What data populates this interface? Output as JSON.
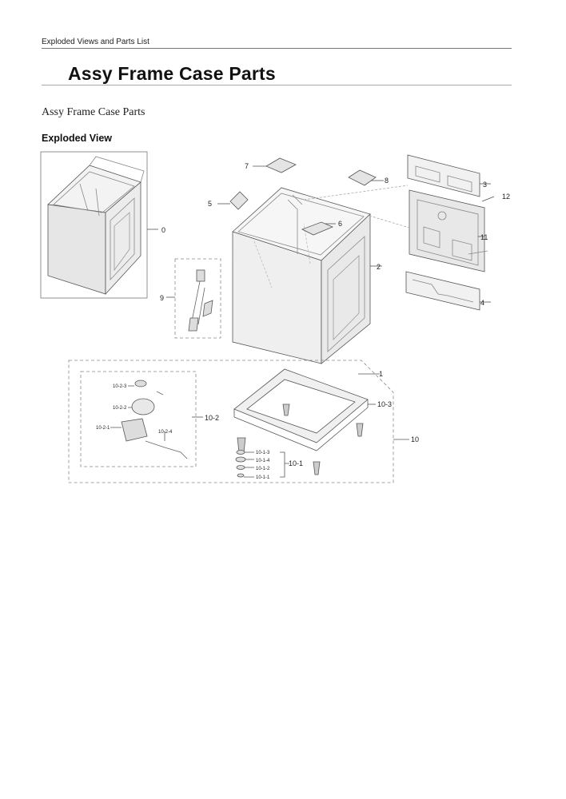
{
  "header": {
    "running_title": "Exploded Views and Parts List"
  },
  "page": {
    "title": "Assy Frame Case Parts",
    "section_title": "Assy Frame Case Parts",
    "subsection_title": "Exploded View"
  },
  "diagram": {
    "callouts": {
      "c0": "0",
      "c1": "1",
      "c2": "2",
      "c3": "3",
      "c4": "4",
      "c5": "5",
      "c6": "6",
      "c7": "7",
      "c8": "8",
      "c9": "9",
      "c10": "10",
      "c11": "11",
      "c12": "12",
      "c10_1": "10-1",
      "c10_1_1": "10-1-1",
      "c10_1_2": "10-1-2",
      "c10_1_3": "10-1-3",
      "c10_1_4": "10-1-4",
      "c10_2": "10-2",
      "c10_2_1": "10-2-1",
      "c10_2_2": "10-2-2",
      "c10_2_3": "10-2-3",
      "c10_2_4": "10-2-4",
      "c10_3": "10-3"
    }
  }
}
